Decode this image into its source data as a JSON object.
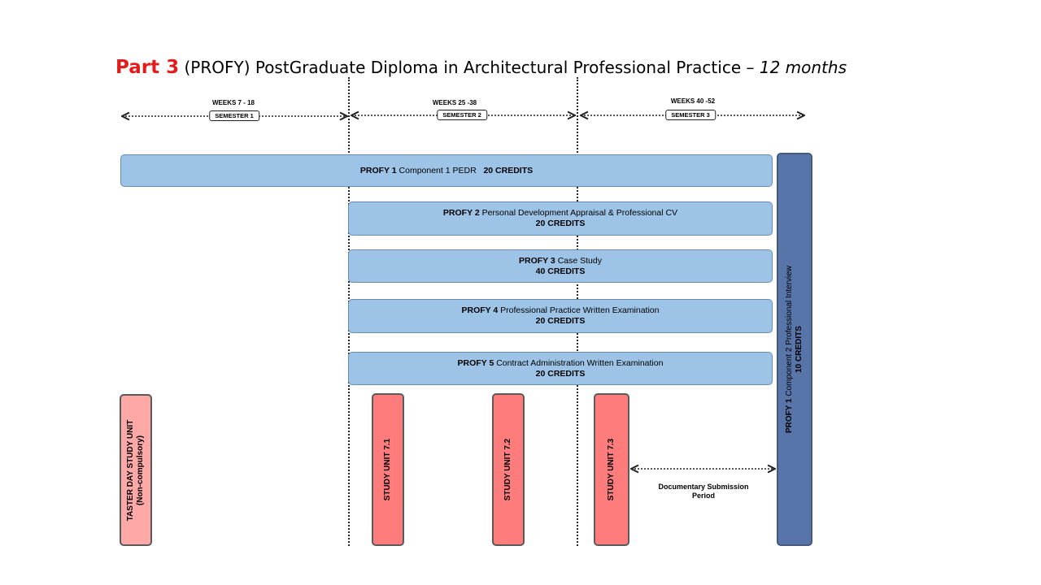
{
  "title": {
    "part": "Part 3",
    "main": "(PROFY) PostGraduate Diploma in Architectural Professional Practice –",
    "duration": "12 months"
  },
  "semesters": [
    {
      "weeks": "WEEKS 7 - 18",
      "label": "SEMESTER 1"
    },
    {
      "weeks": "WEEKS 25 -38",
      "label": "SEMESTER 2"
    },
    {
      "weeks": "WEEKS 40 -52",
      "label": "SEMESTER 3"
    }
  ],
  "modules": [
    {
      "code": "PROFY 1",
      "name": "Component 1 PEDR",
      "credits": "20 CREDITS"
    },
    {
      "code": "PROFY 2",
      "name": "Personal Development Appraisal & Professional CV",
      "credits": "20 CREDITS"
    },
    {
      "code": "PROFY 3",
      "name": "Case Study",
      "credits": "40 CREDITS"
    },
    {
      "code": "PROFY 4",
      "name": "Professional Practice Written Examination",
      "credits": "20 CREDITS"
    },
    {
      "code": "PROFY 5",
      "name": "Contract Administration Written Examination",
      "credits": "20 CREDITS"
    }
  ],
  "interview": {
    "code": "PROFY 1",
    "name": "Component 2 Professional Interview",
    "credits": "10 CREDITS"
  },
  "units": {
    "taster_line1": "TASTER DAY STUDY UNIT",
    "taster_line2": "(Non-compulsory)",
    "unit_71": "STUDY UNIT 7.1",
    "unit_72": "STUDY UNIT 7.2",
    "unit_73": "STUDY UNIT 7.3"
  },
  "doc_submission": {
    "line1": "Documentary Submission",
    "line2": "Period"
  },
  "colors": {
    "part_red": "#e31b1b",
    "module_blue": "#9dc3e6",
    "interview_blue": "#5875aa",
    "unit_red": "#ff7c7c",
    "taster_pink": "#ffa8a8"
  }
}
